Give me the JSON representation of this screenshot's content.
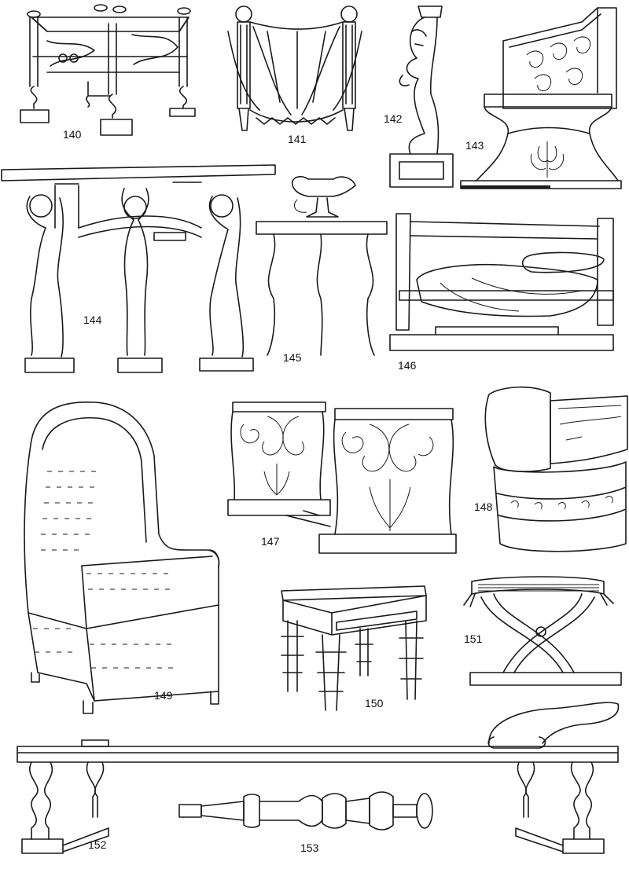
{
  "figures": [
    {
      "id": "fig-140",
      "number": "140"
    },
    {
      "id": "fig-141",
      "number": "141"
    },
    {
      "id": "fig-142",
      "number": "142"
    },
    {
      "id": "fig-143",
      "number": "143"
    },
    {
      "id": "fig-144",
      "number": "144"
    },
    {
      "id": "fig-145",
      "number": "145"
    },
    {
      "id": "fig-146",
      "number": "146"
    },
    {
      "id": "fig-147",
      "number": "147"
    },
    {
      "id": "fig-148",
      "number": "148"
    },
    {
      "id": "fig-149",
      "number": "149"
    },
    {
      "id": "fig-150",
      "number": "150"
    },
    {
      "id": "fig-151",
      "number": "151"
    },
    {
      "id": "fig-152",
      "number": "152"
    },
    {
      "id": "fig-153",
      "number": "153"
    }
  ]
}
